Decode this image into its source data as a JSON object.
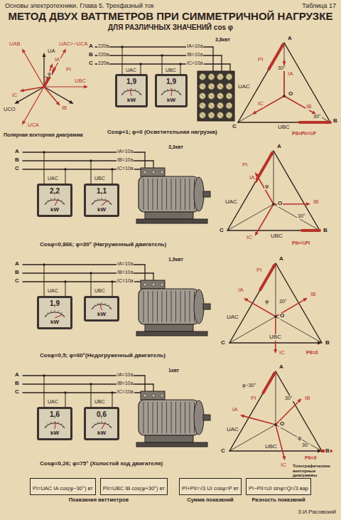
{
  "diagram": {
    "title": "МЕТОД ДВУХ ВАТТМЕТРОВ ПРИ СИММЕТРИЧНОЙ НАГРУЗКЕ",
    "nodes": [
      {
        "text": [
          "1,9",
          "kW"
        ]
      },
      {
        "text": [
          "1,9",
          "kW"
        ]
      },
      {
        "text": [
          "2,2",
          "kW"
        ]
      },
      {
        "text": [
          "1,1",
          "kW"
        ]
      },
      {
        "text": [
          "1,9",
          "kW"
        ]
      },
      {
        "text": [
          "kW"
        ]
      },
      {
        "text": [
          "1,6",
          "kW"
        ]
      },
      {
        "text": [
          "0,6",
          "kW"
        ]
      },
      {
        "text": [
          "PI=UAC IA cos(φ−30°) вт"
        ]
      },
      {
        "text": [
          "PII=UBC IB cos(φ+30°) вт"
        ]
      },
      {
        "text": [
          "PI+PII=√3 UI cosφ=P вт"
        ]
      },
      {
        "text": [
          "PI−PII=UI sinφ=Q/√3 вар"
        ]
      }
    ],
    "labels": [
      "Основы электротехники. Глава 5. Трехфазный ток",
      "Таблица 17",
      "Полярная векторная диаграмма",
      "UAB",
      "UA",
      "UAC=−UCA",
      "PI",
      "IA",
      "IC",
      "IB",
      "UBC",
      "UCO",
      "UCA",
      "φ",
      "A",
      "B",
      "C",
      "220в",
      "220в",
      "220в",
      "IA=10a",
      "IB=10a",
      "IC=10a",
      "3,8квт",
      "UAC",
      "UBC",
      "A",
      "PI",
      "30°",
      "IA",
      "UAC",
      "IC",
      "O",
      "C",
      "IB",
      "30°",
      "UBC",
      "B",
      "PII=PI=½P",
      "Cosφ=1; φ=0 (Осветительная нагрузка)",
      "A",
      "B",
      "C",
      "IA=10a",
      "IB=10a",
      "IC=10a",
      "3,3квт",
      "UAC",
      "UBC",
      "A",
      "PI",
      "IA",
      "φ",
      "UAC",
      "O",
      "IB",
      "30°",
      "C",
      "IC",
      "UBC",
      "B",
      "PII=½PI",
      "Cosφ=0,866; φ=30° (Нагруженный двигатель)",
      "A",
      "B",
      "C",
      "IA=10a",
      "IB=10a",
      "IC=10a",
      "1,9квт",
      "UAC",
      "UBC",
      "A",
      "IA",
      "PI",
      "φ",
      "30°",
      "UAC",
      "O",
      "IB",
      "UBC",
      "B",
      "C",
      "IC",
      "PII=0",
      "Cosφ=0,5; φ=60°(Недогруженный двигатель)",
      "A",
      "B",
      "C",
      "IA=10a",
      "IB=10a",
      "IC=10a",
      "1квт",
      "UAC",
      "UBC",
      "A",
      "IA",
      "φ−30°",
      "30°",
      "PI",
      "UAC",
      "IB",
      "O",
      "φ",
      "30°",
      "UBC",
      "B",
      "C",
      "IC",
      "PII<0",
      "Топографические векторные диаграммы",
      "Cosφ=0,26; φ=75° (Холостой ход двигателя)",
      "Показания ваттметров",
      "Сумма показаний",
      "Разность показаний",
      "З.И.Расовский",
      "ДЛЯ РАЗЛИЧНЫХ ЗНАЧЕНИЙ cos φ"
    ]
  }
}
